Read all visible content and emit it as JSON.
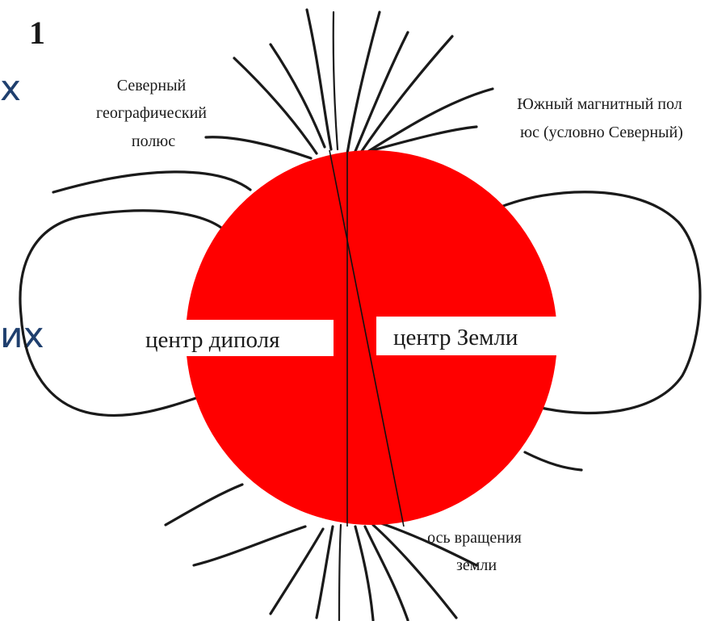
{
  "figure_number": "1",
  "labels": {
    "north_geographic_pole": [
      "Северный",
      "географический",
      "полюс"
    ],
    "south_magnetic_pole": [
      "Южный магнитный пол",
      "юс (условно Северный)"
    ],
    "dipole_center": "центр диполя",
    "earth_center": "центр Земли",
    "rotation_axis": [
      "ось вращения",
      "земли"
    ]
  },
  "cropped_text": {
    "top_left": "х",
    "middle_left": "их"
  },
  "colors": {
    "earth": "#ff0000",
    "field_lines": "#1a1a1a",
    "label_box": "#ffffff",
    "cropped_text": "#1f3f6e"
  }
}
